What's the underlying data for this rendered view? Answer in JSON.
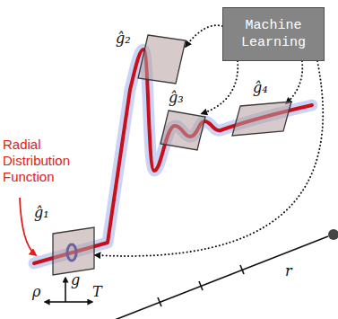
{
  "diagram": {
    "nodes": [
      {
        "text": [
          "Machine Learning"
        ]
      },
      {
        "text": [
          "ĝ₂"
        ]
      },
      {
        "text": [
          "ĝ₃"
        ]
      },
      {
        "text": [
          "ĝ₄"
        ]
      },
      {
        "text": [
          "ĝ₁"
        ]
      }
    ],
    "edges": [
      {
        "from": 0,
        "to": 1,
        "arrow": "to"
      },
      {
        "from": 0,
        "to": 2,
        "arrow": "to"
      },
      {
        "from": 0,
        "to": 3,
        "arrow": "to"
      },
      {
        "from": 0,
        "to": 4,
        "arrow": "to"
      }
    ],
    "labels": [
      "Radial Distribution Function",
      "ρ",
      "g",
      "T",
      "r"
    ]
  }
}
